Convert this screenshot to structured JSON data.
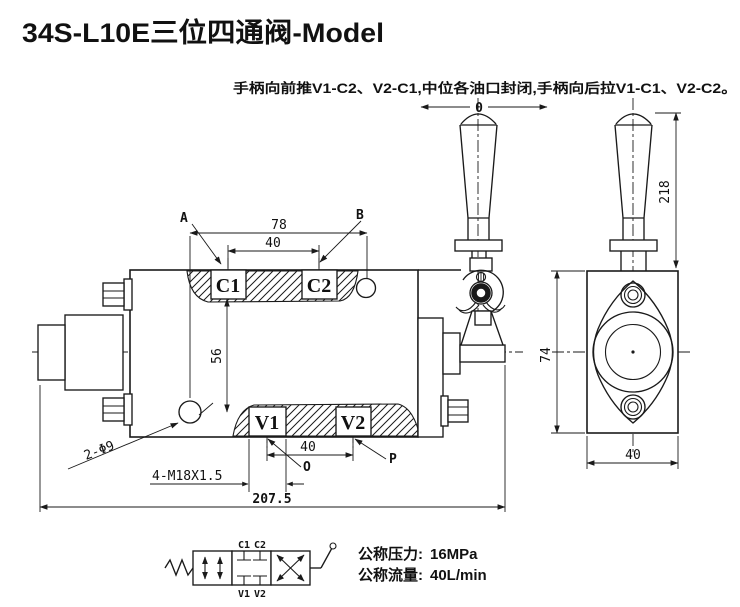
{
  "title": "34S-L10E三位四通阀-Model",
  "instruction": "手柄向前推V1-C2、V2-C1,中位各油口封闭,手柄向后拉V1-C1、V2-C2。",
  "front_view": {
    "ports": {
      "c1": "C1",
      "c2": "C2",
      "v1": "V1",
      "v2": "V2"
    },
    "leaders": {
      "a": "A",
      "b": "B",
      "o": "O",
      "p": "P",
      "zero": "0"
    },
    "dims": {
      "hole_span": "78",
      "c_port_span": "40",
      "port_plane_height": "56",
      "v_port_span": "40",
      "overall_length": "207.5",
      "thread_callout": "4-M18X1.5",
      "mount_holes": "2-Φ9"
    }
  },
  "side_view": {
    "dims": {
      "handle_height": "218",
      "body_height": "74",
      "body_width": "40"
    }
  },
  "schematic": {
    "ports": {
      "c1": "C1",
      "c2": "C2",
      "v1": "V1",
      "v2": "V2"
    }
  },
  "specs": {
    "pressure_label": "公称压力:",
    "pressure_value": "16MPa",
    "flow_label": "公称流量:",
    "flow_value": "40L/min"
  },
  "colors": {
    "ink": "#1a1a1a",
    "background": "#ffffff"
  }
}
